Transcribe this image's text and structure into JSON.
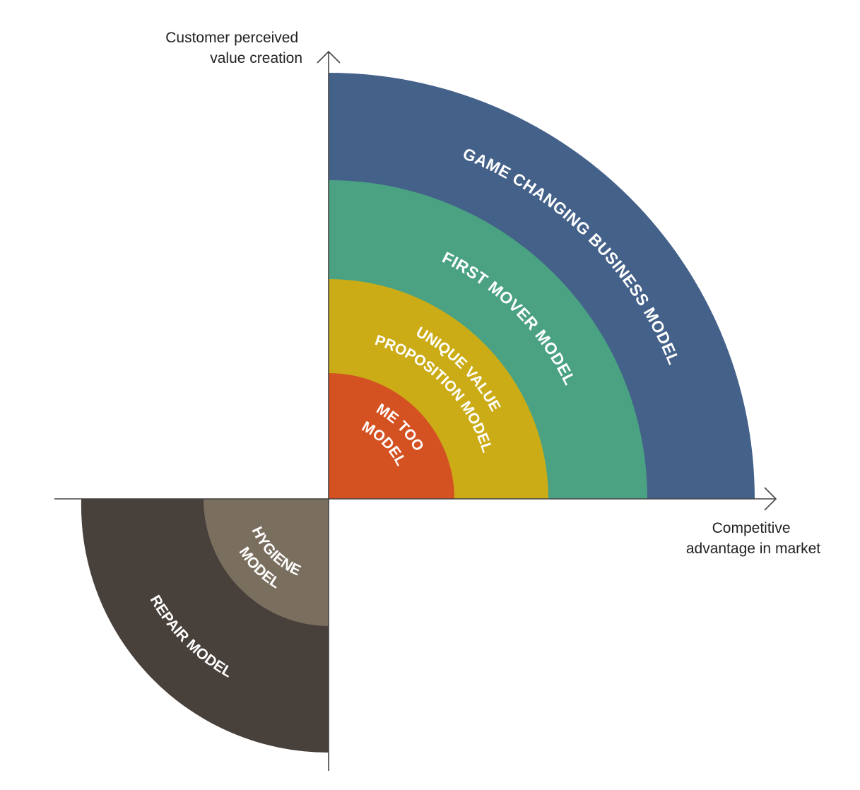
{
  "axes": {
    "y_label": [
      "Customer perceived",
      "value creation"
    ],
    "x_label": [
      "Competitive",
      "advantage in market"
    ]
  },
  "bands": {
    "game_changing": {
      "label": "GAME CHANGING BUSINESS MODEL",
      "color": "#44618A"
    },
    "first_mover": {
      "label": "FIRST MOVER MODEL",
      "color": "#4AA283"
    },
    "unique_value": {
      "label": [
        "UNIQUE VALUE",
        "PROPOSITION MODEL"
      ],
      "color": "#CBAC17"
    },
    "me_too": {
      "label": [
        "ME TOO",
        "MODEL"
      ],
      "color": "#D45222"
    },
    "hygiene": {
      "label": [
        "HYGIENE",
        "MODEL"
      ],
      "color": "#7A6E5E"
    },
    "repair": {
      "label": "REPAIR MODEL",
      "color": "#48403A"
    }
  }
}
